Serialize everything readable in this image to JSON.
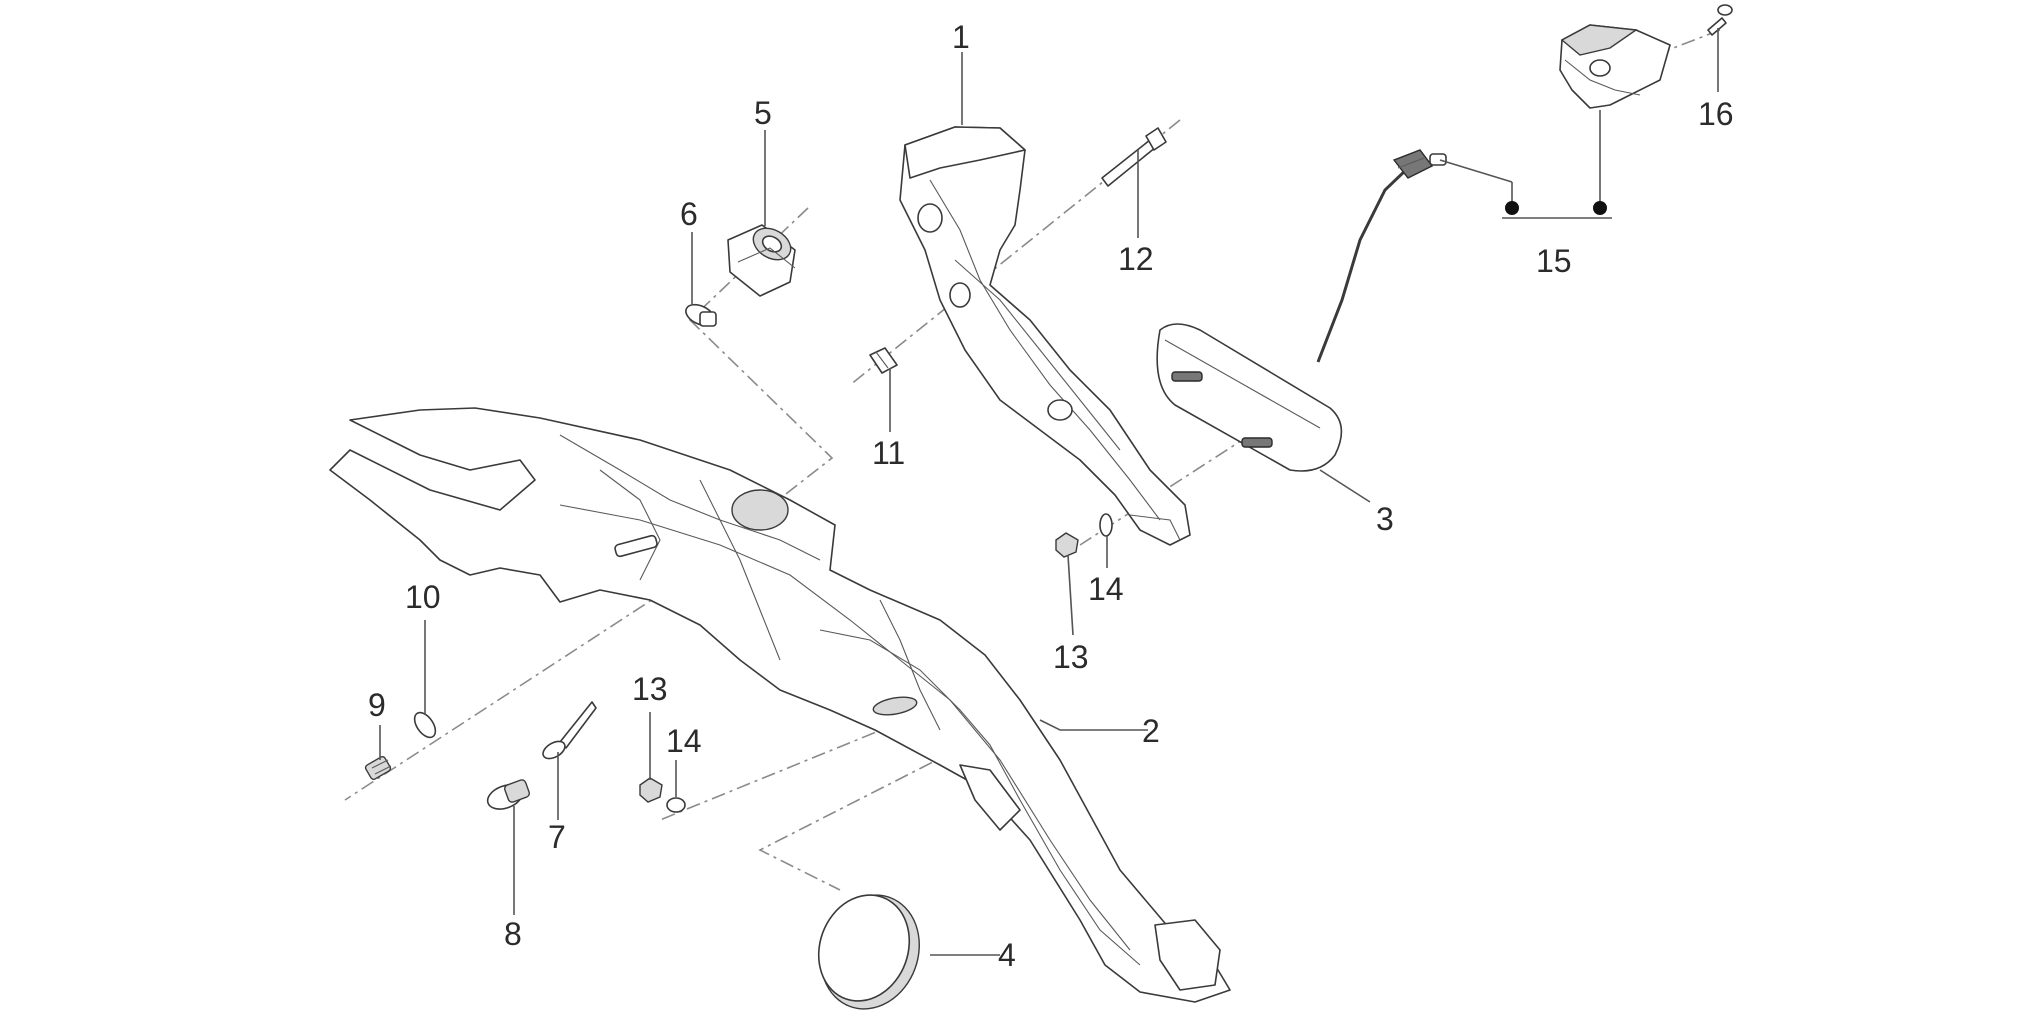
{
  "diagram": {
    "callouts": [
      "1",
      "2",
      "3",
      "4",
      "5",
      "6",
      "7",
      "8",
      "9",
      "10",
      "11",
      "12",
      "13",
      "13",
      "14",
      "14",
      "15",
      "16"
    ]
  },
  "colors": {
    "line": "#3a3a3a",
    "leader": "#555555",
    "dash": "#8a8a8a",
    "dot": "#111111",
    "background": "#ffffff"
  }
}
